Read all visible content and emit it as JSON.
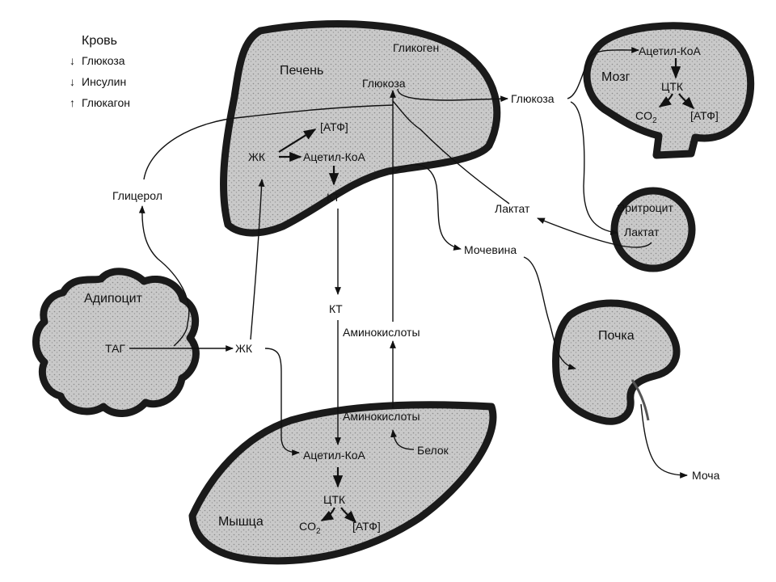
{
  "legend": {
    "title": "Кровь",
    "items": [
      {
        "arrow": "↓",
        "label": "Глюкоза"
      },
      {
        "arrow": "↓",
        "label": "Инсулин"
      },
      {
        "arrow": "↑",
        "label": "Глюкагон"
      }
    ]
  },
  "liver": {
    "name": "Печень",
    "glycogen": "Гликоген",
    "glucose": "Глюкоза",
    "atp": "[АТФ]",
    "fa": "ЖК",
    "acetyl_coa": "Ацетил-КоА",
    "kt": "КТ"
  },
  "brain": {
    "name": "Мозг",
    "acetyl_coa": "Ацетил-КоА",
    "tca": "ЦТК",
    "co2": "CO",
    "co2_sub": "2",
    "atp": "[АТФ]"
  },
  "erythrocyte": {
    "name": "Эритроцит",
    "lactate": "Лактат"
  },
  "adipocyte": {
    "name": "Адипоцит",
    "tag": "ТАГ"
  },
  "muscle": {
    "name": "Мышца",
    "amino_acids": "Аминокислоты",
    "acetyl_coa": "Ацетил-КоА",
    "protein": "Белок",
    "tca": "ЦТК",
    "co2": "CO",
    "co2_sub": "2",
    "atp": "[АТФ]"
  },
  "kidney": {
    "name": "Почка",
    "urine": "Моча"
  },
  "blood": {
    "glucose": "Глюкоза",
    "lactate": "Лактат",
    "glycerol": "Глицерол",
    "urea": "Мочевина",
    "kt": "КТ",
    "amino_acids": "Аминокислоты",
    "fa": "ЖК"
  }
}
